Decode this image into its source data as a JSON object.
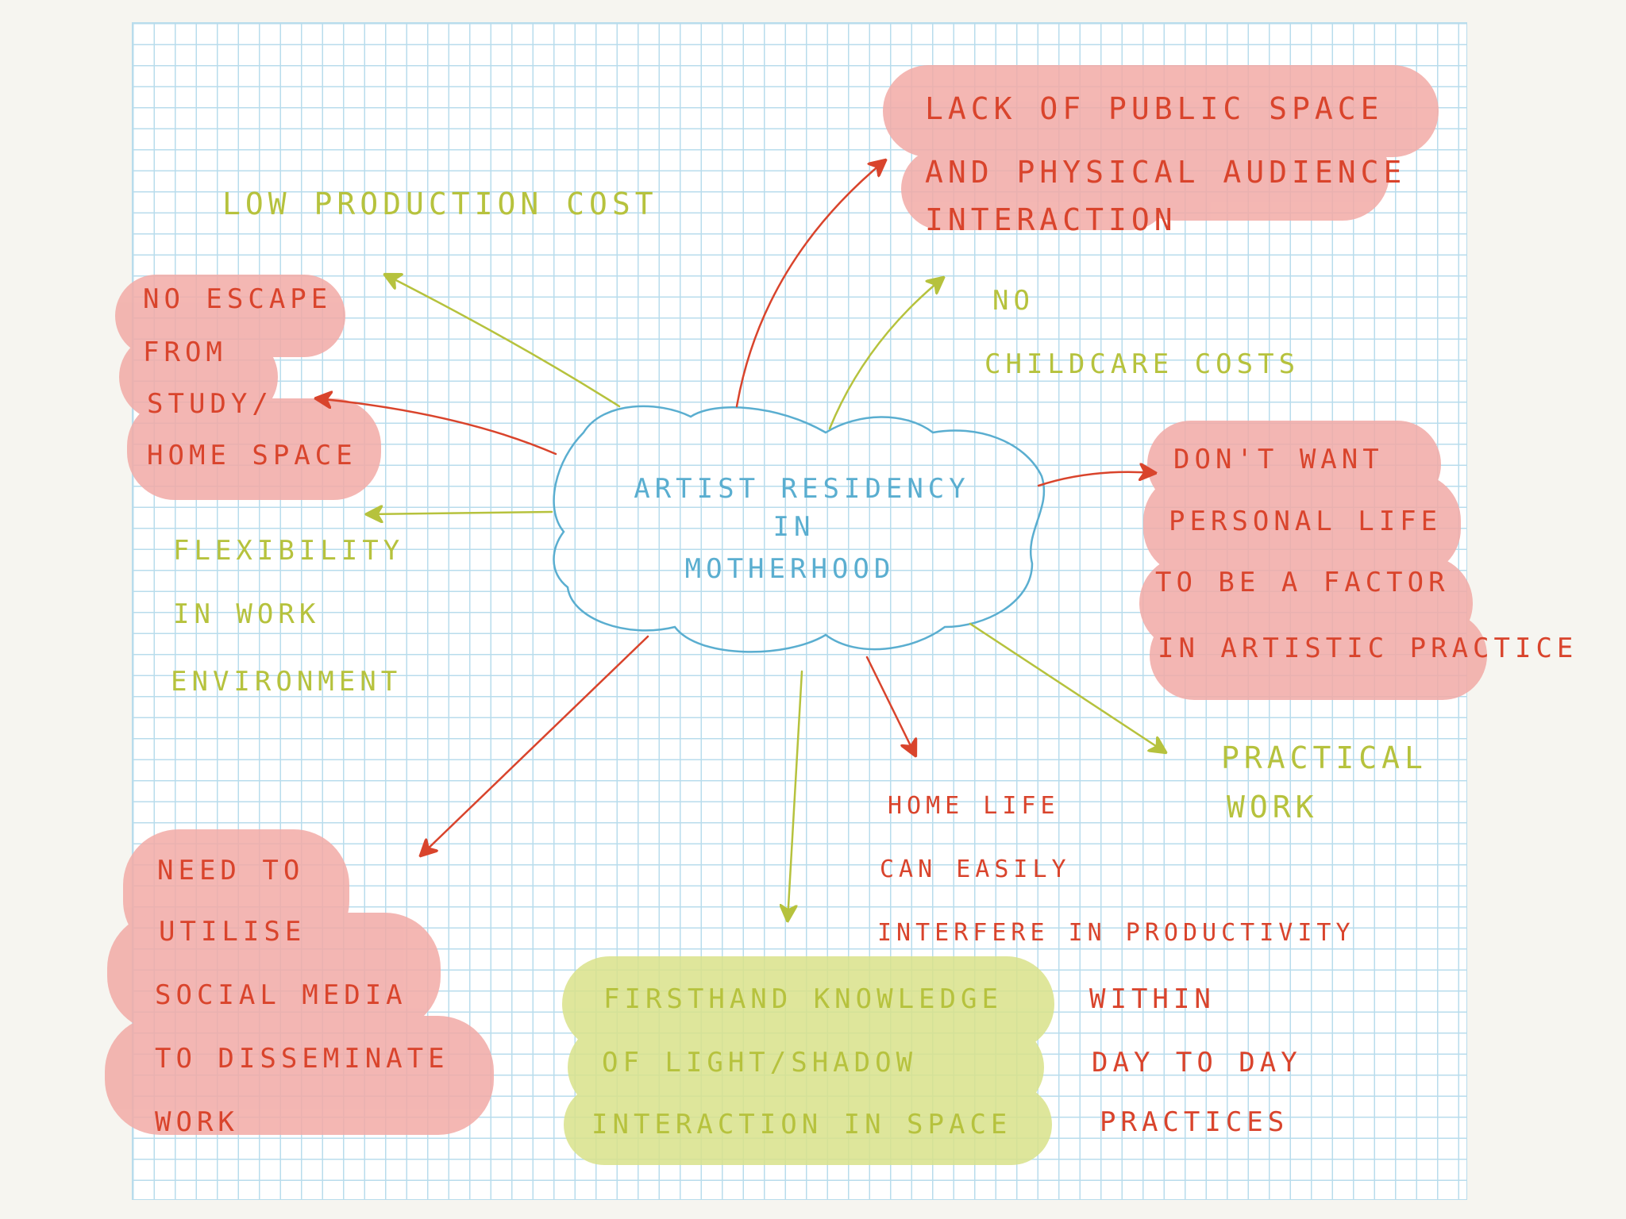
{
  "colors": {
    "red_ink": "#d9442c",
    "green_ink": "#b6c23d",
    "blue_ink": "#5aaed0",
    "pink_highlight": "#f2aaa6",
    "green_highlight": "#d9e28a",
    "grid_line": "#b8dcec"
  },
  "center": {
    "lines": [
      "ARTIST RESIDENCY",
      "IN",
      "MOTHERHOOD"
    ]
  },
  "nodes": {
    "public_space": {
      "lines": [
        "LACK OF PUBLIC SPACE",
        "AND PHYSICAL AUDIENCE",
        "INTERACTION"
      ]
    },
    "production_cost": {
      "lines": [
        "LOW PRODUCTION COST"
      ]
    },
    "no_escape": {
      "lines": [
        "NO ESCAPE",
        "FROM",
        "STUDY/",
        "HOME SPACE"
      ]
    },
    "childcare": {
      "lines": [
        "NO",
        "CHILDCARE COSTS"
      ]
    },
    "personal_life": {
      "lines": [
        "DON'T WANT",
        "PERSONAL LIFE",
        "TO BE A FACTOR",
        "IN ARTISTIC PRACTICE"
      ]
    },
    "flexibility": {
      "lines": [
        "FLEXIBILITY",
        "IN WORK",
        "ENVIRONMENT"
      ]
    },
    "practical_work": {
      "lines": [
        "PRACTICAL",
        "WORK"
      ]
    },
    "home_life": {
      "lines": [
        "HOME LIFE",
        "CAN EASILY",
        "INTERFERE IN PRODUCTIVITY"
      ]
    },
    "within_practices": {
      "lines": [
        "WITHIN",
        "DAY TO DAY",
        "PRACTICES"
      ]
    },
    "social_media": {
      "lines": [
        "NEED TO",
        "UTILISE",
        "SOCIAL MEDIA",
        "TO DISSEMINATE",
        "WORK"
      ]
    },
    "firsthand": {
      "lines": [
        "FIRSTHAND KNOWLEDGE",
        "OF LIGHT/SHADOW",
        "INTERACTION IN SPACE"
      ]
    }
  }
}
